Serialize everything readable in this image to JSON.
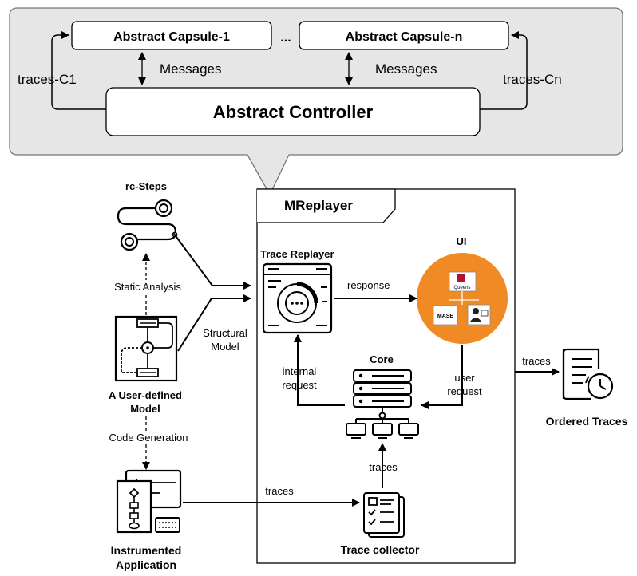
{
  "top": {
    "capsule_1": "Abstract Capsule-1",
    "capsule_n": "Abstract Capsule-n",
    "ellipsis": "...",
    "messages_left": "Messages",
    "messages_right": "Messages",
    "traces_c1": "traces-C1",
    "traces_cn": "traces-Cn",
    "controller": "Abstract Controller"
  },
  "mreplayer": {
    "title": "MReplayer",
    "trace_replayer": "Trace Replayer",
    "ui": "UI",
    "response": "response",
    "core": "Core",
    "internal_request": [
      "internal",
      "request"
    ],
    "user_request": [
      "user",
      "request"
    ],
    "traces_collector_edge": "traces",
    "trace_collector": "Trace collector"
  },
  "left": {
    "rc_steps": "rc-Steps",
    "static_analysis": "Static Analysis",
    "structural_model": [
      "Structural",
      "Model"
    ],
    "user_model": [
      "A User-defined",
      "Model"
    ],
    "code_generation": "Code Generation",
    "instrumented_app": [
      "Instrumented",
      "Application"
    ],
    "traces_app": "traces"
  },
  "right": {
    "traces_out": "traces",
    "ordered_traces": "Ordered Traces"
  },
  "ui_icons": {
    "queens": "Queens",
    "mase": "MASE"
  },
  "colors": {
    "callout_fill": "#e6e6e6",
    "ui_orange": "#ef8a24",
    "ui_red": "#b3122a",
    "mase_blue": "#1f4e9c"
  }
}
